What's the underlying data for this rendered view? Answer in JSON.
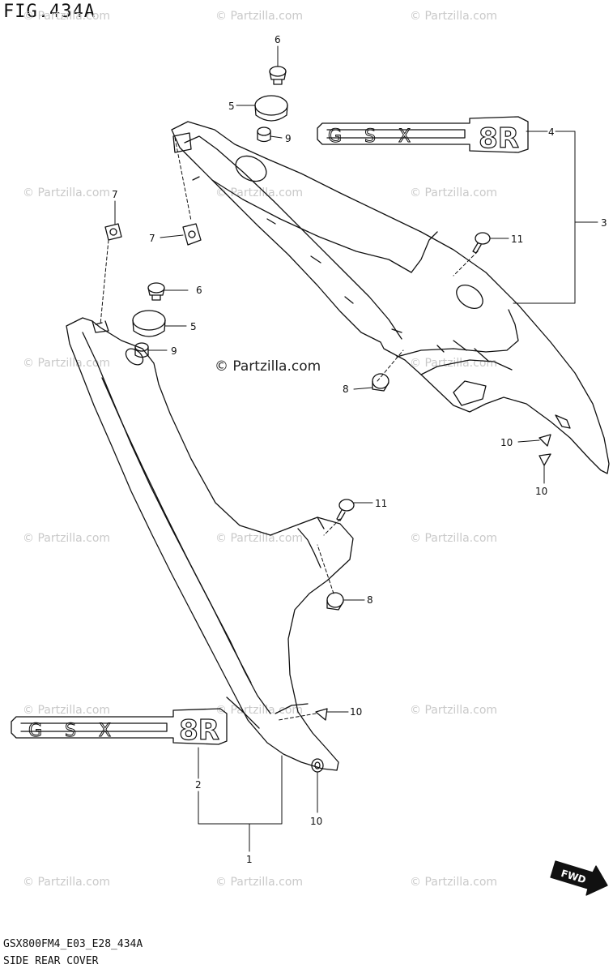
{
  "figure": {
    "title": "FIG.434A",
    "code": "GSX800FM4_E03_E28_434A",
    "description": "SIDE REAR COVER"
  },
  "watermark": {
    "text": "© Partzilla.com",
    "center_text": "© Partzilla.com",
    "color": "#c9c9c9"
  },
  "badges": {
    "gsx_text": "GSX",
    "model_text": "8R",
    "fwd_text": "FWD"
  },
  "callouts": {
    "c1": "1",
    "c2": "2",
    "c3": "3",
    "c4": "4",
    "c5_top": "5",
    "c5_mid": "5",
    "c6_top": "6",
    "c6_mid": "6",
    "c7_top": "7",
    "c7_left": "7",
    "c8_upper": "8",
    "c8_lower": "8",
    "c9_top": "9",
    "c9_mid": "9",
    "c10_right_a": "10",
    "c10_right_b": "10",
    "c10_lower_a": "10",
    "c10_lower_b": "10",
    "c11_upper": "11",
    "c11_lower": "11"
  }
}
